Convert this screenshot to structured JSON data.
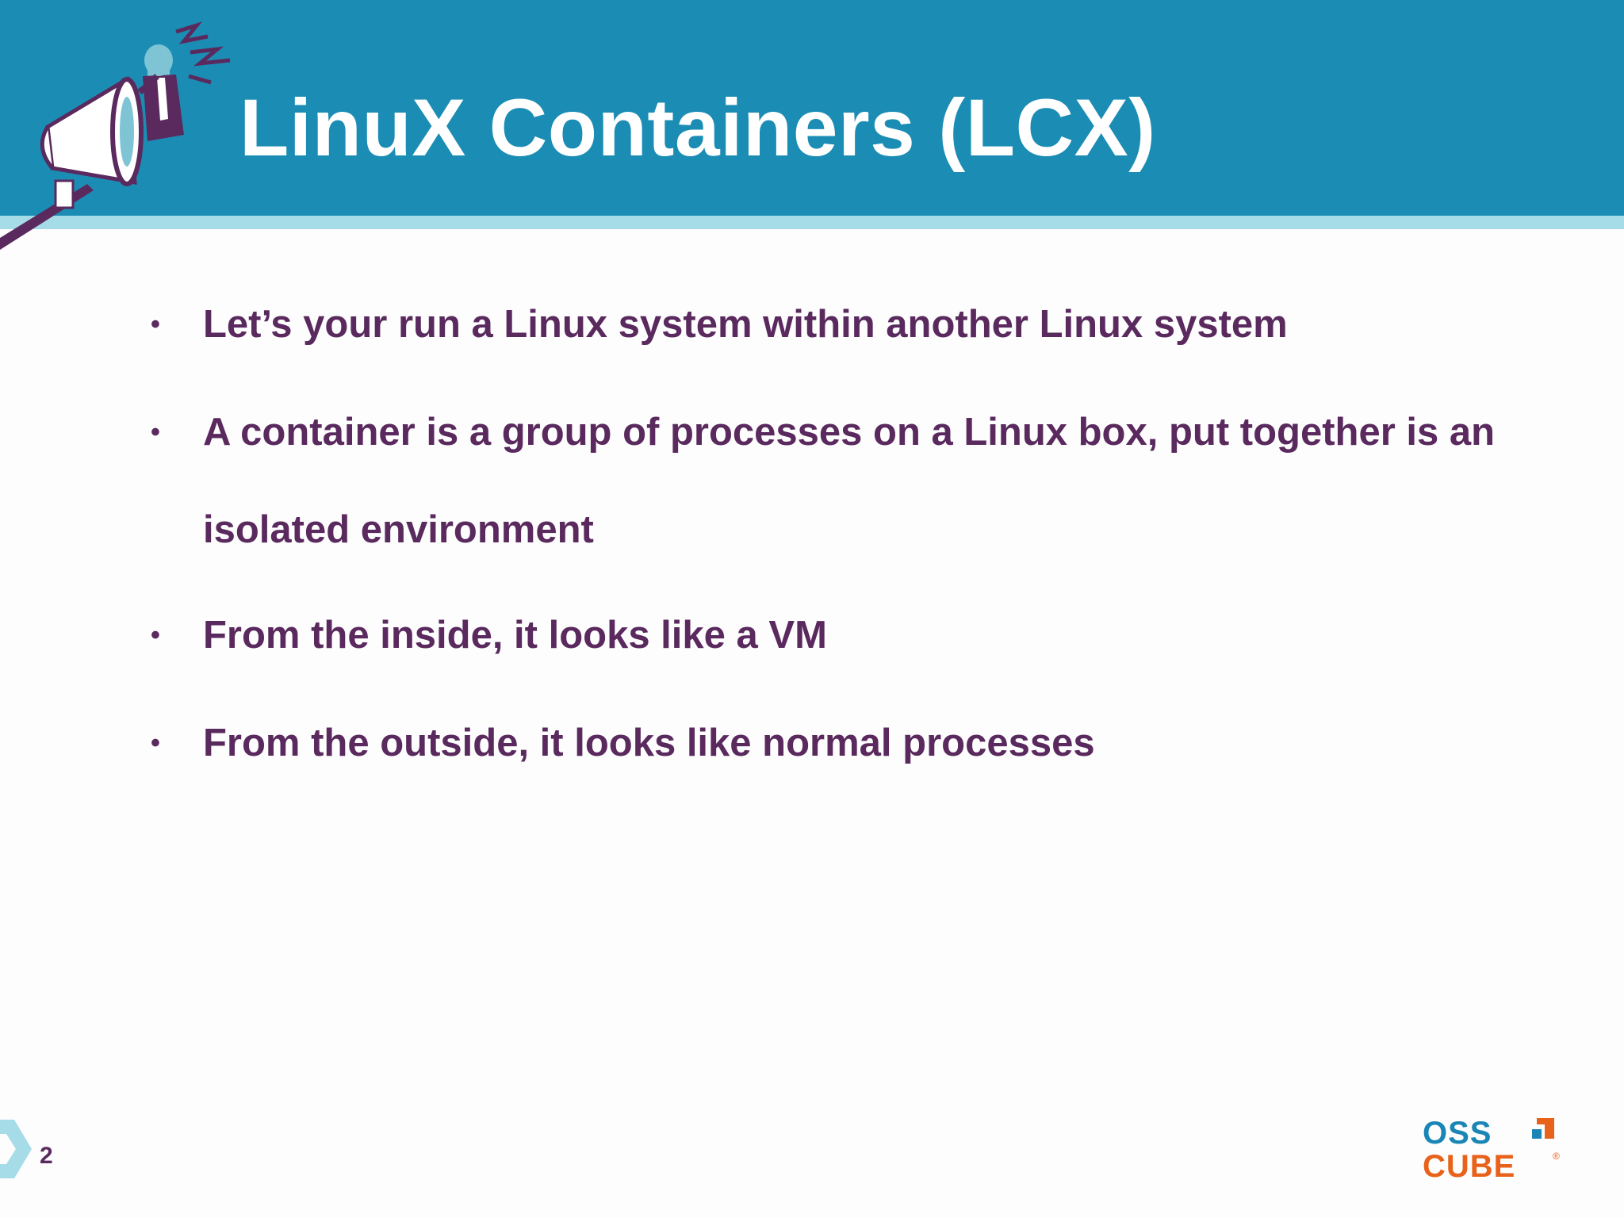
{
  "slide": {
    "title": "LinuX Containers (LCX)",
    "bullets": [
      "Let’s your run a Linux system within another Linux system",
      "A container is a group of processes on a Linux box, put together is an isolated environment",
      "From the inside, it looks like a VM",
      "From the outside, it looks like normal processes"
    ],
    "bullet_marker": "•",
    "page_number": "2"
  },
  "logo": {
    "line1": "OSS",
    "line2": "CUBE",
    "mark": "®"
  },
  "colors": {
    "header_blue": "#1b8db4",
    "header_stripe": "#a6dbe8",
    "body_text_purple": "#5a2a5e",
    "title_white": "#ffffff",
    "logo_blue": "#1a86b5",
    "logo_orange": "#e8621a"
  },
  "icons": {
    "header_illustration": "megaphone-person-icon",
    "corner_decoration": "chevron-corner-icon",
    "brand_logo": "osscube-logo"
  }
}
